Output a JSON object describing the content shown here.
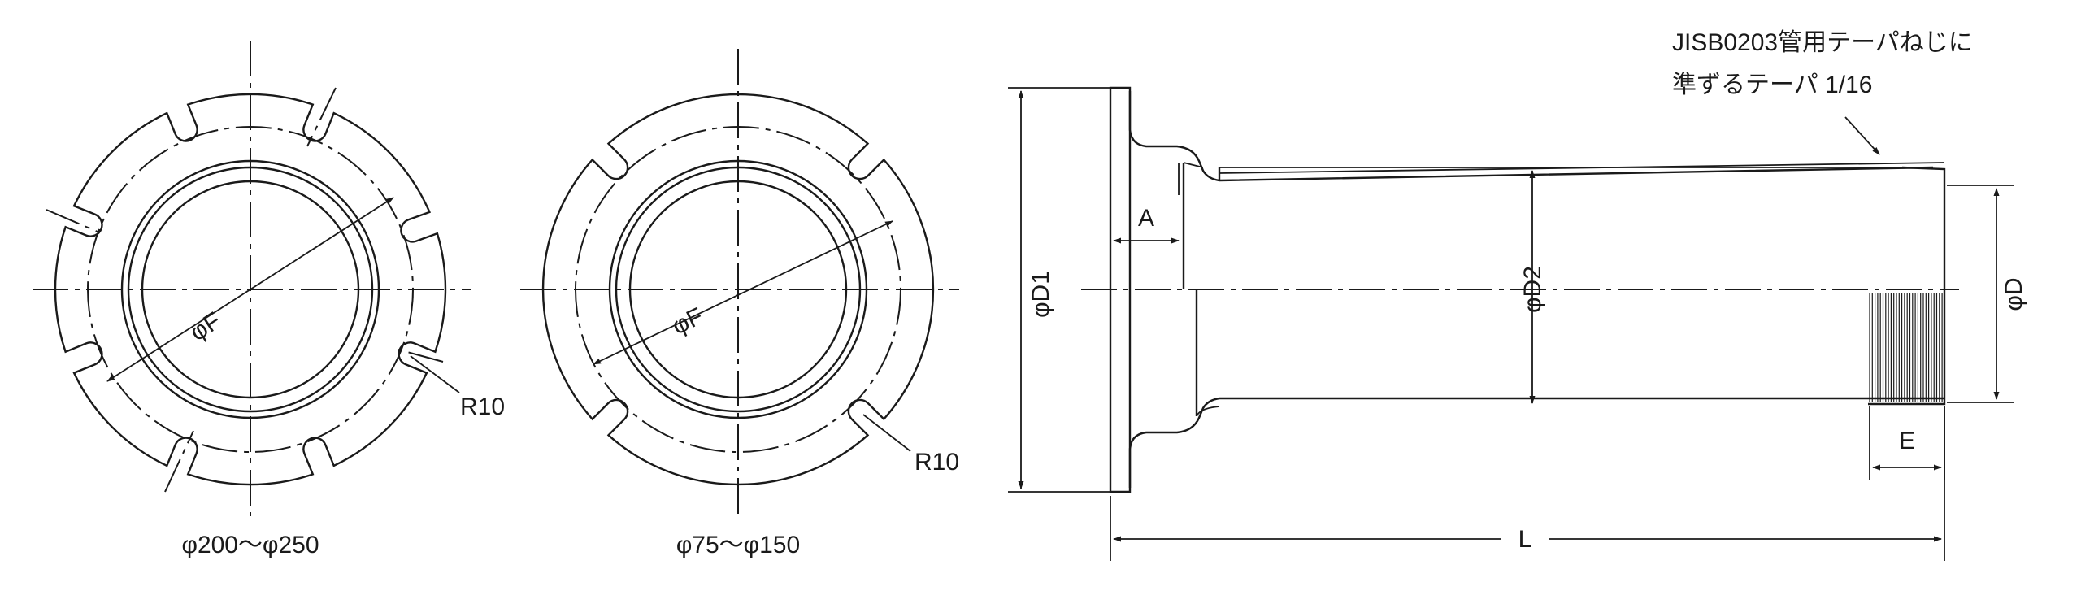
{
  "labels": {
    "flange_large_caption": "φ200～φ250",
    "flange_small_caption": "φ75～φ150",
    "bolt_circle_large": "φF",
    "bolt_circle_small": "φF",
    "notch_radius_large": "R10",
    "notch_radius_small": "R10",
    "dim_a": "A",
    "dim_d1": "φD1",
    "dim_d2": "φD2",
    "dim_d": "φD",
    "dim_e": "E",
    "dim_l": "L",
    "thread_note_line1": "JISB0203管用テーパねじに",
    "thread_note_line2": "準ずるテーパ 1/16"
  }
}
